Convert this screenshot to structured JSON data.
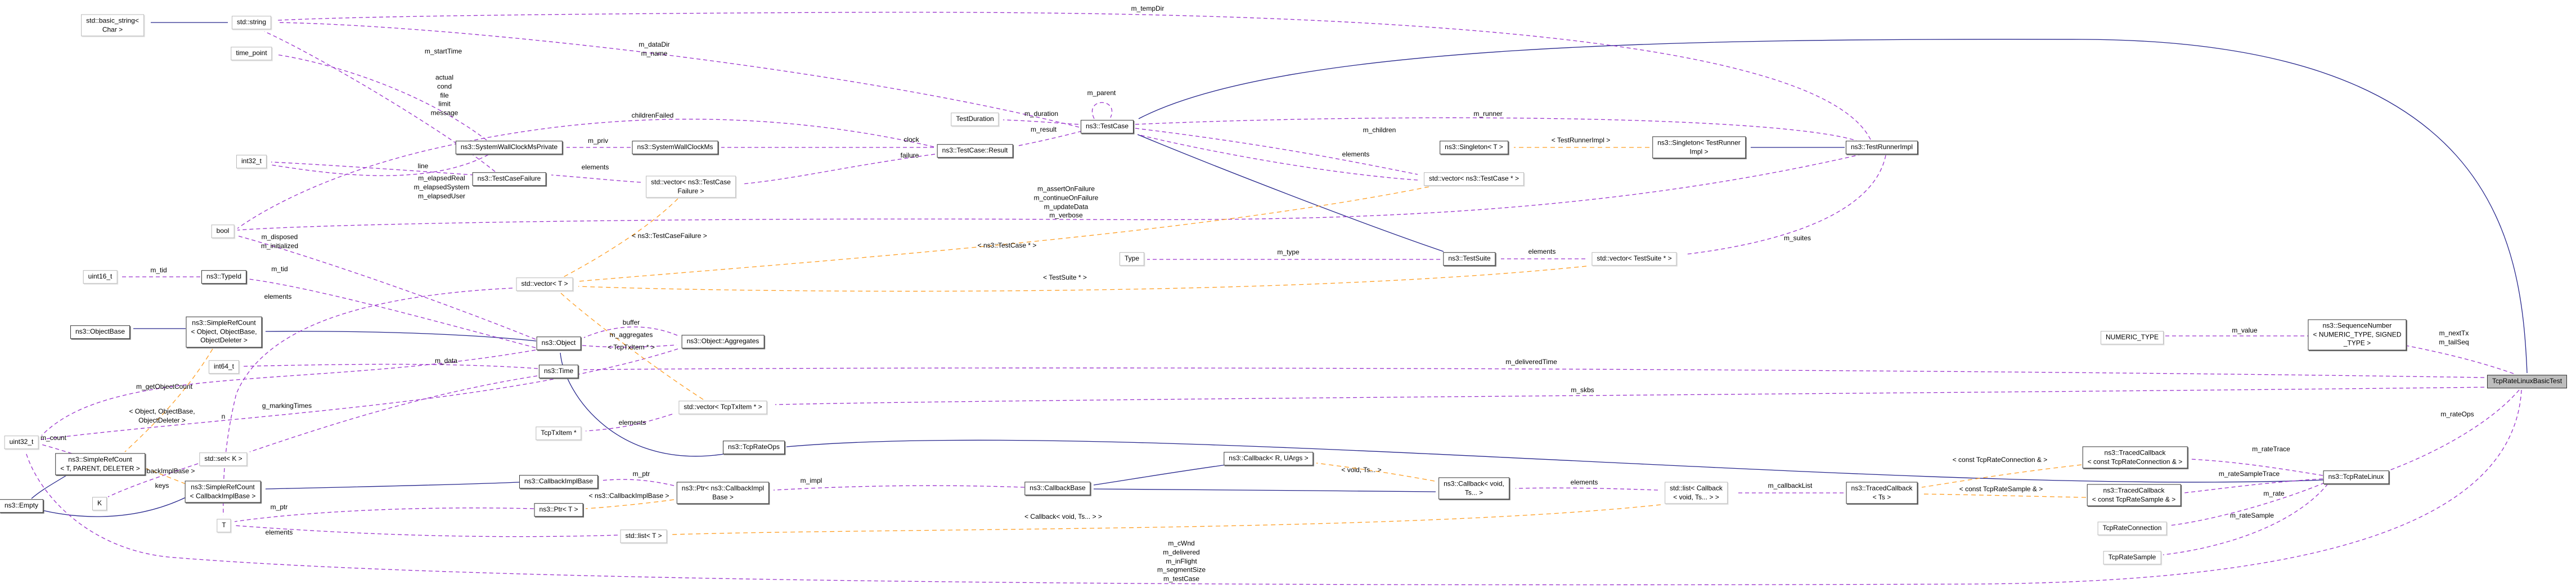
{
  "diagram": {
    "kind": "doxygen-collaboration-graph",
    "main_class": "TcpRateLinuxBasicTest",
    "colors": {
      "usage": "#9a32cd",
      "template": "#ff9e22",
      "inheritance": "#26268c",
      "mainbg": "#bdbdbd",
      "linkedborder": "#343434",
      "plainborder": "#b9b9b9"
    },
    "nodes": {
      "basic_string": "std::basic_string<\nChar >",
      "std_string": "std::string",
      "time_point": "time_point",
      "int32": "int32_t",
      "swcm_private": "ns3::SystemWallClockMsPrivate",
      "swcm": "ns3::SystemWallClockMs",
      "tc_failure": "ns3::TestCaseFailure",
      "vec_tcf": "std::vector< ns3::TestCase\nFailure >",
      "test_duration": "TestDuration",
      "tc_result": "ns3::TestCase::Result",
      "test_case": "ns3::TestCase",
      "singleton_t": "ns3::Singleton< T >",
      "singleton_tri": "ns3::Singleton< TestRunner\nImpl >",
      "runner_impl": "ns3::TestRunnerImpl",
      "vec_tc_ptr": "std::vector< ns3::TestCase * >",
      "type_box": "Type",
      "test_suite": "ns3::TestSuite",
      "vec_ts_ptr": "std::vector< TestSuite * >",
      "bool_box": "bool",
      "uint16": "uint16_t",
      "typeid_box": "ns3::TypeId",
      "vector_t": "std::vector< T >",
      "objectbase": "ns3::ObjectBase",
      "src_ood": "ns3::SimpleRefCount\n< Object, ObjectBase,\nObjectDeleter >",
      "int64": "int64_t",
      "object": "ns3::Object",
      "aggregates": "ns3::Object::Aggregates",
      "time_box": "ns3::Time",
      "vec_txitem": "std::vector< TcpTxItem * >",
      "txitem_ptr": "TcpTxItem *",
      "rateops": "ns3::TcpRateOps",
      "uint32": "uint32_t",
      "src_tpd": "ns3::SimpleRefCount\n< T, PARENT, DELETER >",
      "set_k": "std::set< K >",
      "src_cib": "ns3::SimpleRefCount\n< CallbackImplBase >",
      "empty": "ns3::Empty",
      "k_box": "K",
      "t_box": "T",
      "cib": "ns3::CallbackImplBase",
      "ptr_cib": "ns3::Ptr< ns3::CallbackImpl\nBase >",
      "ptr_t": "ns3::Ptr< T >",
      "list_t": "std::list< T >",
      "callback_r": "ns3::Callback< R, UArgs >",
      "callbackbase": "ns3::CallbackBase",
      "callback_void": "ns3::Callback< void,\nTs... >",
      "list_callback": "std::list< Callback\n< void, Ts... > >",
      "traced_ts": "ns3::TracedCallback\n< Ts >",
      "numeric_type": "NUMERIC_TYPE",
      "seqnum": "ns3::SequenceNumber\n< NUMERIC_TYPE, SIGNED\n_TYPE >",
      "main": "TcpRateLinuxBasicTest",
      "traced_conn": "ns3::TracedCallback\n< const TcpRateConnection & >",
      "traced_sample": "ns3::TracedCallback\n< const TcpRateSample & >",
      "rate_conn": "TcpRateConnection",
      "rate_sample": "TcpRateSample",
      "tcp_rate_linux": "ns3::TcpRateLinux"
    },
    "labels": {
      "tempdir": "m_tempDir",
      "datadir": "m_dataDir\nm_name",
      "starttime": "m_startTime",
      "failure_fields": "actual\ncond\nfile\nlimit\nmessage",
      "line": "line",
      "elapsed": "m_elapsedReal\nm_elapsedSystem\nm_elapsedUser",
      "priv": "m_priv",
      "elements_tcf": "elements",
      "clock": "clock",
      "failure": "failure",
      "childrenfailed": "childrenFailed",
      "duration": "m_duration",
      "result": "m_result",
      "parent": "m_parent",
      "children": "m_children",
      "elements_tc": "elements",
      "runner": "m_runner",
      "tmpl_runner": "< TestRunnerImpl >",
      "suites": "m_suites",
      "elements_ts": "elements",
      "type": "m_type",
      "tmpl_tc_ptr": "< ns3::TestCase * >",
      "tmpl_ts_ptr": "< TestSuite * >",
      "tmpl_tcf": "< ns3::TestCaseFailure >",
      "tmpl_txitem": "< TcpTxItem * >",
      "flags": "m_assertOnFailure\nm_continueOnFailure\nm_updateData\nm_verbose",
      "disposed": "m_disposed\nm_initialized",
      "tid_obj": "m_tid",
      "tid_u16": "m_tid",
      "elements_vec": "elements",
      "gmarking": "g_markingTimes",
      "mdata": "m_data",
      "getcount": "m_getObjectCount",
      "n": "n",
      "buffer": "buffer",
      "aggregates": "m_aggregates",
      "elements_txitem": "elements",
      "elements_listt": "elements",
      "ptr_t_lbl": "m_ptr",
      "keys": "keys",
      "count": "m_count",
      "tmpl_ood": "< Object, ObjectBase,\nObjectDeleter >",
      "tmpl_cib": "< CallbackImplBase >",
      "ptr_cib_lbl": "m_ptr",
      "tmpl_ptrcib": "< ns3::CallbackImplBase >",
      "impl": "m_impl",
      "tmpl_void": "< void, Ts... >",
      "tmpl_cbvoid": "< Callback< void, Ts... > >",
      "elements_cb": "elements",
      "callbacklist": "m_callbackList",
      "tmpl_conn": "< const TcpRateConnection & >",
      "tmpl_sample": "< const TcpRateSample & >",
      "ratetrace": "m_rateTrace",
      "ratesampletrace": "m_rateSampleTrace",
      "rate": "m_rate",
      "ratesample": "m_rateSample",
      "nexttx": "m_nextTx\nm_tailSeq",
      "value": "m_value",
      "rateops_lbl": "m_rateOps",
      "deliveredtime": "m_deliveredTime",
      "skbs": "m_skbs",
      "counters": "m_cWnd\nm_delivered\nm_inFlight\nm_segmentSize\nm_testCase"
    }
  }
}
